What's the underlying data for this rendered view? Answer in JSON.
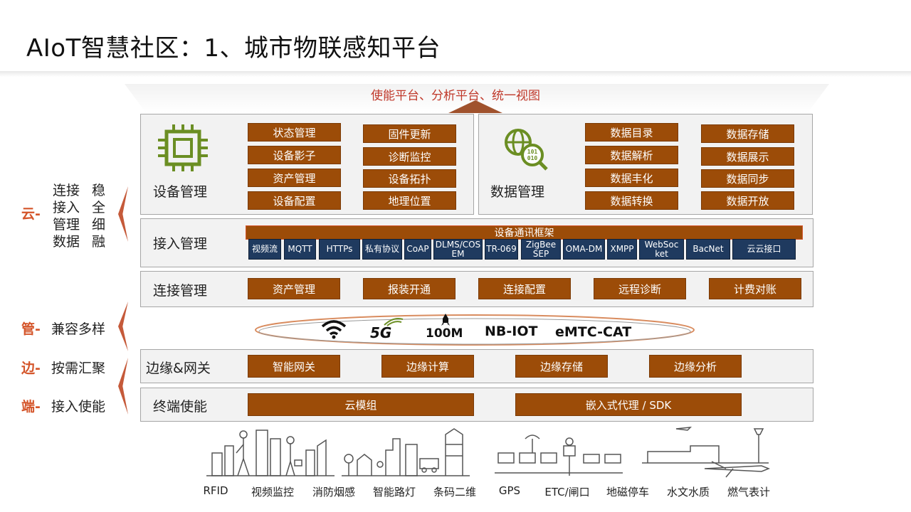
{
  "title": "AIoT智慧社区：1、城市物联感知平台",
  "top_banner": "使能平台、分析平台、统一视图",
  "side": {
    "cloud_head": "云-",
    "cloud_lines": [
      "连接",
      "接入",
      "管理",
      "数据"
    ],
    "cloud_right": [
      "稳",
      "全",
      "细",
      "融"
    ],
    "pipe_head": "管-",
    "pipe_text": "兼容多样",
    "edge_head": "边-",
    "edge_text": "按需汇聚",
    "end_head": "端-",
    "end_text": "接入使能"
  },
  "device_mgmt": {
    "label": "设备管理",
    "col1": [
      "状态管理",
      "设备影子",
      "资产管理",
      "设备配置"
    ],
    "col2": [
      "固件更新",
      "诊断监控",
      "设备拓扑",
      "地理位置"
    ]
  },
  "data_mgmt": {
    "label": "数据管理",
    "col1": [
      "数据目录",
      "数据解析",
      "数据丰化",
      "数据转换"
    ],
    "col2": [
      "数据存储",
      "数据展示",
      "数据同步",
      "数据开放"
    ]
  },
  "access_mgmt": {
    "label": "接入管理",
    "framework": "设备通讯框架",
    "protocols": [
      "视频流",
      "MQTT",
      "HTTPs",
      "私有协议",
      "CoAP",
      "DLMS/COSEM",
      "TR-069",
      "ZigBee SEP",
      "OMA-DM",
      "XMPP",
      "WebSocket",
      "BacNet",
      "云云接口"
    ]
  },
  "conn_mgmt": {
    "label": "连接管理",
    "items": [
      "资产管理",
      "报装开通",
      "连接配置",
      "远程诊断",
      "计费对账"
    ]
  },
  "network": {
    "items": [
      "5G",
      "100M",
      "NB-IOT",
      "eMTC-CAT"
    ]
  },
  "edge_gw": {
    "label": "边缘&网关",
    "items": [
      "智能网关",
      "边缘计算",
      "边缘存储",
      "边缘分析"
    ]
  },
  "terminal": {
    "label": "终端使能",
    "items": [
      "云模组",
      "嵌入式代理 / SDK"
    ]
  },
  "devices": [
    "RFID",
    "视频监控",
    "消防烟感",
    "智能路灯",
    "条码二维",
    "GPS",
    "ETC/闸口",
    "地磁停车",
    "水文水质",
    "燃气表计"
  ],
  "colors": {
    "orange_box": "#9c4c08",
    "navy_box": "#1f3a5f",
    "accent_red": "#c0392b",
    "icon_green": "#6b8e23"
  }
}
